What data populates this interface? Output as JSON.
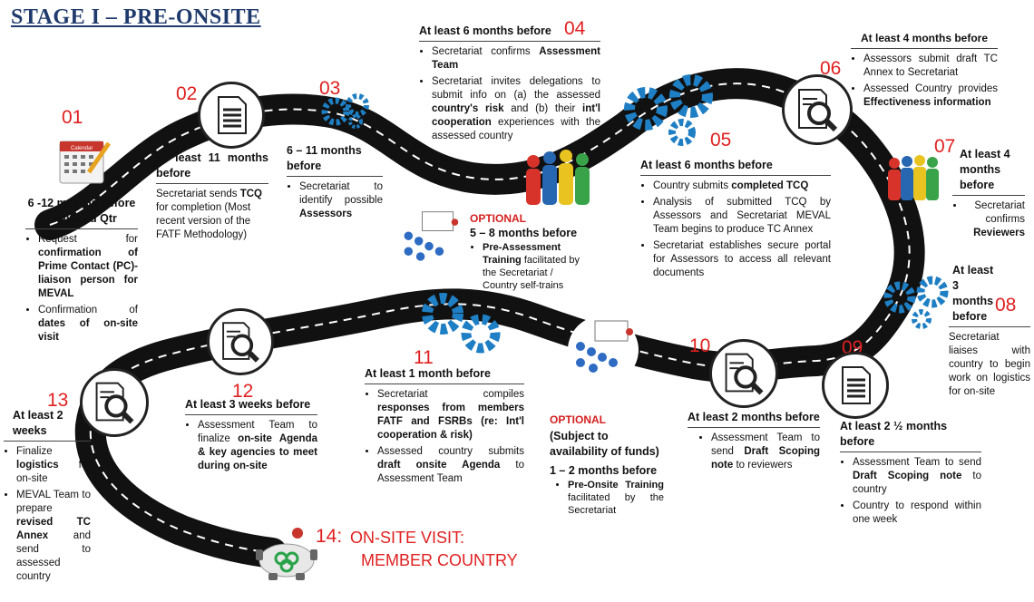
{
  "title": "STAGE I – PRE-ONSITE",
  "nums": [
    "01",
    "02",
    "03",
    "04",
    "05",
    "06",
    "07",
    "08",
    "09",
    "10",
    "11",
    "12",
    "13",
    "14:"
  ],
  "s01": {
    "hd": "6 -12 months before identified Qtr",
    "b1a": "Request for ",
    "b1b": "confirmation of Prime Contact (PC)-liaison person for MEVAL",
    "b2a": "Confirmation of ",
    "b2b": "dates of on-site visit"
  },
  "s02": {
    "hd": "At least 11 months before",
    "t1": "Secretariat sends ",
    "t2": "TCQ",
    "t3": " for completion (Most recent version of the FATF Methodology)"
  },
  "s03": {
    "hd": "6 – 11 months before",
    "b1": "Secretariat to identify possible ",
    "b2": "Assessors"
  },
  "s04": {
    "hd": "At least 6 months before",
    "b1a": "Secretariat confirms ",
    "b1b": "Assessment Team",
    "b2a": "Secretariat invites delegations to submit info on (a) the assessed ",
    "b2b": "country's risk",
    "b2c": " and (b) their ",
    "b2d": "int'l cooperation",
    "b2e": " experiences with the assessed country"
  },
  "opt1": {
    "label": "OPTIONAL",
    "hd": "5 – 8 months before",
    "b1": "Pre-Assessment Training",
    "b2": " facilitated by the Secretariat / Country self-trains"
  },
  "s05": {
    "hd": "At least 6 months before",
    "b1a": "Country submits ",
    "b1b": "completed TCQ",
    "b2": "Analysis of submitted TCQ by Assessors and Secretariat MEVAL Team begins to produce TC Annex",
    "b3": "Secretariat establishes secure portal for Assessors to access all relevant documents"
  },
  "s06": {
    "hd": "At least 4 months before",
    "b1": "Assessors submit draft TC Annex to Secretariat",
    "b2a": "Assessed Country provides ",
    "b2b": "Effectiveness information"
  },
  "s07": {
    "hd": "At least 4 months before",
    "b1a": "Secretariat confirms ",
    "b1b": "Reviewers"
  },
  "s08": {
    "hd": "At least 3 months before",
    "t": "Secretariat liaises with country to begin work on logistics for on-site"
  },
  "s09": {
    "hd": "At least 2 ½ months before",
    "b1a": "Assessment Team to send ",
    "b1b": "Draft Scoping note",
    "b1c": " to country",
    "b2": "Country to respond within one week"
  },
  "s10": {
    "hd": "At least 2 months before",
    "b1a": "Assessment Team to send ",
    "b1b": "Draft Scoping note",
    "b1c": " to reviewers"
  },
  "opt2": {
    "label": "OPTIONAL",
    "sub": "(Subject to availability of funds)",
    "hd": "1 – 2 months before",
    "b1": "Pre-Onsite Training",
    "b2": " facilitated by the Secretariat"
  },
  "s11": {
    "hd": "At least 1 month before",
    "b1a": "Secretariat compiles ",
    "b1b": "responses from members FATF and FSRBs",
    "b1c": " (re: Int'l cooperation & risk)",
    "b2a": "Assessed country submits ",
    "b2b": "draft onsite Agenda",
    "b2c": " to Assessment Team"
  },
  "s12": {
    "hd": "At least 3 weeks before",
    "b1a": "Assessment Team to finalize ",
    "b1b": "on-site Agenda & key agencies to meet during on-site"
  },
  "s13": {
    "hd": "At least 2 weeks",
    "b1a": "Finalize ",
    "b1b": "logistics",
    "b1c": " for on-site",
    "b2a": "MEVAL Team to prepare ",
    "b2b": "revised TC Annex",
    "b2c": " and send to assessed country"
  },
  "s14": {
    "l1": "ON-SITE VISIT:",
    "l2": "MEMBER COUNTRY"
  },
  "calendar_label": "Calendar",
  "colors": {
    "road": "#111111",
    "dash": "#ffffff",
    "title": "#1f3a6d",
    "number": "#e02020",
    "gear": "#1f7fc4"
  }
}
